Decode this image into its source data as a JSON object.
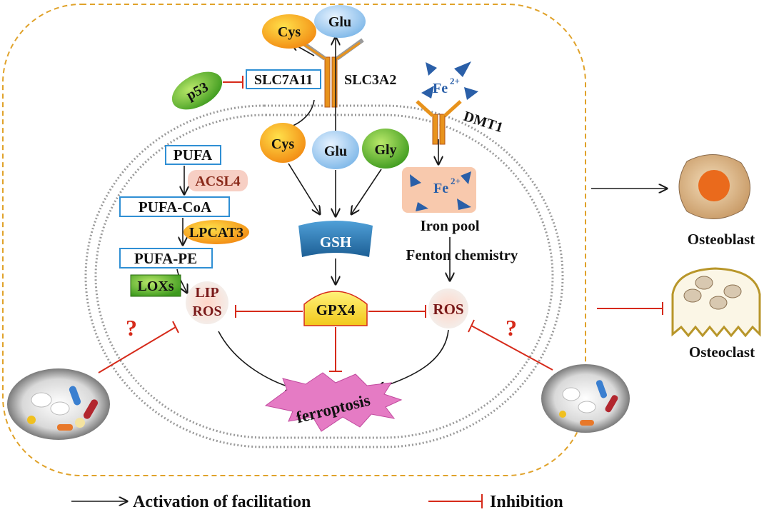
{
  "transport": {
    "cys_out": "Cys",
    "glu_out": "Glu",
    "slc7a11": "SLC7A11",
    "slc3a2": "SLC3A2",
    "p53": "p53",
    "fe_out": "Fe",
    "fe_charge": "2+",
    "dmt1": "DMT1"
  },
  "lipid": {
    "pufa": "PUFA",
    "acsl4": "ACSL4",
    "pufa_coa": "PUFA-CoA",
    "lpcat3": "LPCAT3",
    "pufa_pe": "PUFA-PE",
    "loxs": "LOXs",
    "lip_ros_line1": "LIP",
    "lip_ros_line2": "ROS"
  },
  "gsh": {
    "cys": "Cys",
    "glu": "Glu",
    "gly": "Gly",
    "gsh": "GSH",
    "gpx4": "GPX4"
  },
  "iron": {
    "fe_in": "Fe",
    "fe_charge": "2+",
    "iron_pool": "Iron pool",
    "fenton": "Fenton chemistry",
    "ros": "ROS"
  },
  "outcome": {
    "ferroptosis": "ferroptosis",
    "question": "?"
  },
  "cells": {
    "osteoblast": "Osteoblast",
    "osteoclast": "Osteoclast"
  },
  "legend": {
    "activation": "Activation of facilitation",
    "inhibition": "Inhibition"
  },
  "colors": {
    "inhibit": "#d62a1a",
    "arrow": "#1a1a1a",
    "box_border": "#2f8fd4",
    "membrane_dash": "#e0a22a"
  }
}
